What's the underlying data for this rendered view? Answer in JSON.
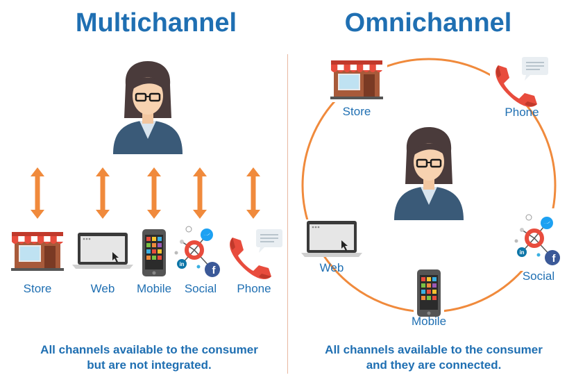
{
  "multichannel": {
    "title": "Multichannel",
    "channels": {
      "store": "Store",
      "web": "Web",
      "mobile": "Mobile",
      "social": "Social",
      "phone": "Phone"
    },
    "caption_line1": "All channels available to the consumer",
    "caption_line2": "but are not integrated."
  },
  "omnichannel": {
    "title": "Omnichannel",
    "channels": {
      "store": "Store",
      "phone": "Phone",
      "web": "Web",
      "mobile": "Mobile",
      "social": "Social"
    },
    "caption_line1": "All channels available to the consumer",
    "caption_line2": "and they are connected."
  },
  "colors": {
    "title": "#1f6fb2",
    "arrow": "#f08a3c",
    "circle": "#f08a3c",
    "store_awning": "#e84c3d",
    "phone": "#e84c3d",
    "jacket": "#3a5a78",
    "facebook": "#3b5998",
    "twitter": "#1da1f2",
    "linkedin": "#0e76a8"
  }
}
